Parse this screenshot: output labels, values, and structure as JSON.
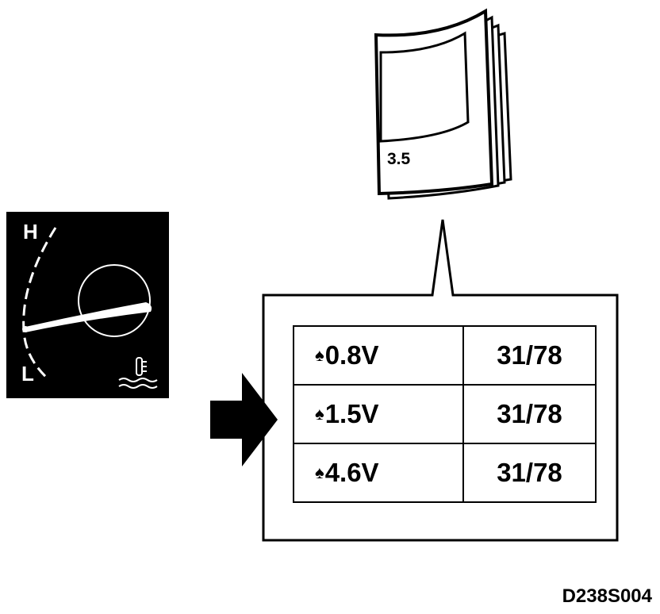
{
  "gauge": {
    "label_high": "H",
    "label_low": "L",
    "icon": "coolant-temperature-icon"
  },
  "manual": {
    "page_ref": "3.5"
  },
  "table": {
    "rows": [
      {
        "voltage": "0.8V",
        "value": "31/78"
      },
      {
        "voltage": "1.5V",
        "value": "31/78"
      },
      {
        "voltage": "4.6V",
        "value": "31/78"
      }
    ]
  },
  "drawing_code": "D238S004"
}
